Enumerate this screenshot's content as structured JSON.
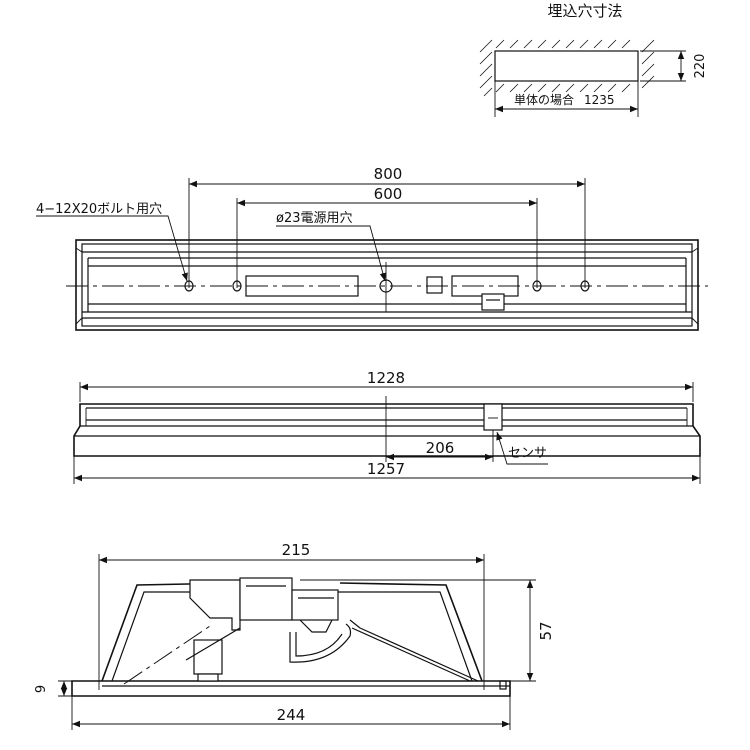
{
  "cutout": {
    "title": "埋込穴寸法",
    "height": "220",
    "width_label": "単体の場合",
    "width": "1235"
  },
  "plan_view": {
    "bolt_holes_label": "4−12X20ボルト用穴",
    "power_hole_label": "ø23電源用穴",
    "dim_outer": "800",
    "dim_inner": "600"
  },
  "front_view": {
    "dim_top": "1228",
    "dim_sensor": "206",
    "sensor_label": "センサ",
    "dim_bottom": "1257"
  },
  "section_view": {
    "dim_top": "215",
    "dim_height": "57",
    "dim_flange": "9",
    "dim_bottom": "244"
  }
}
